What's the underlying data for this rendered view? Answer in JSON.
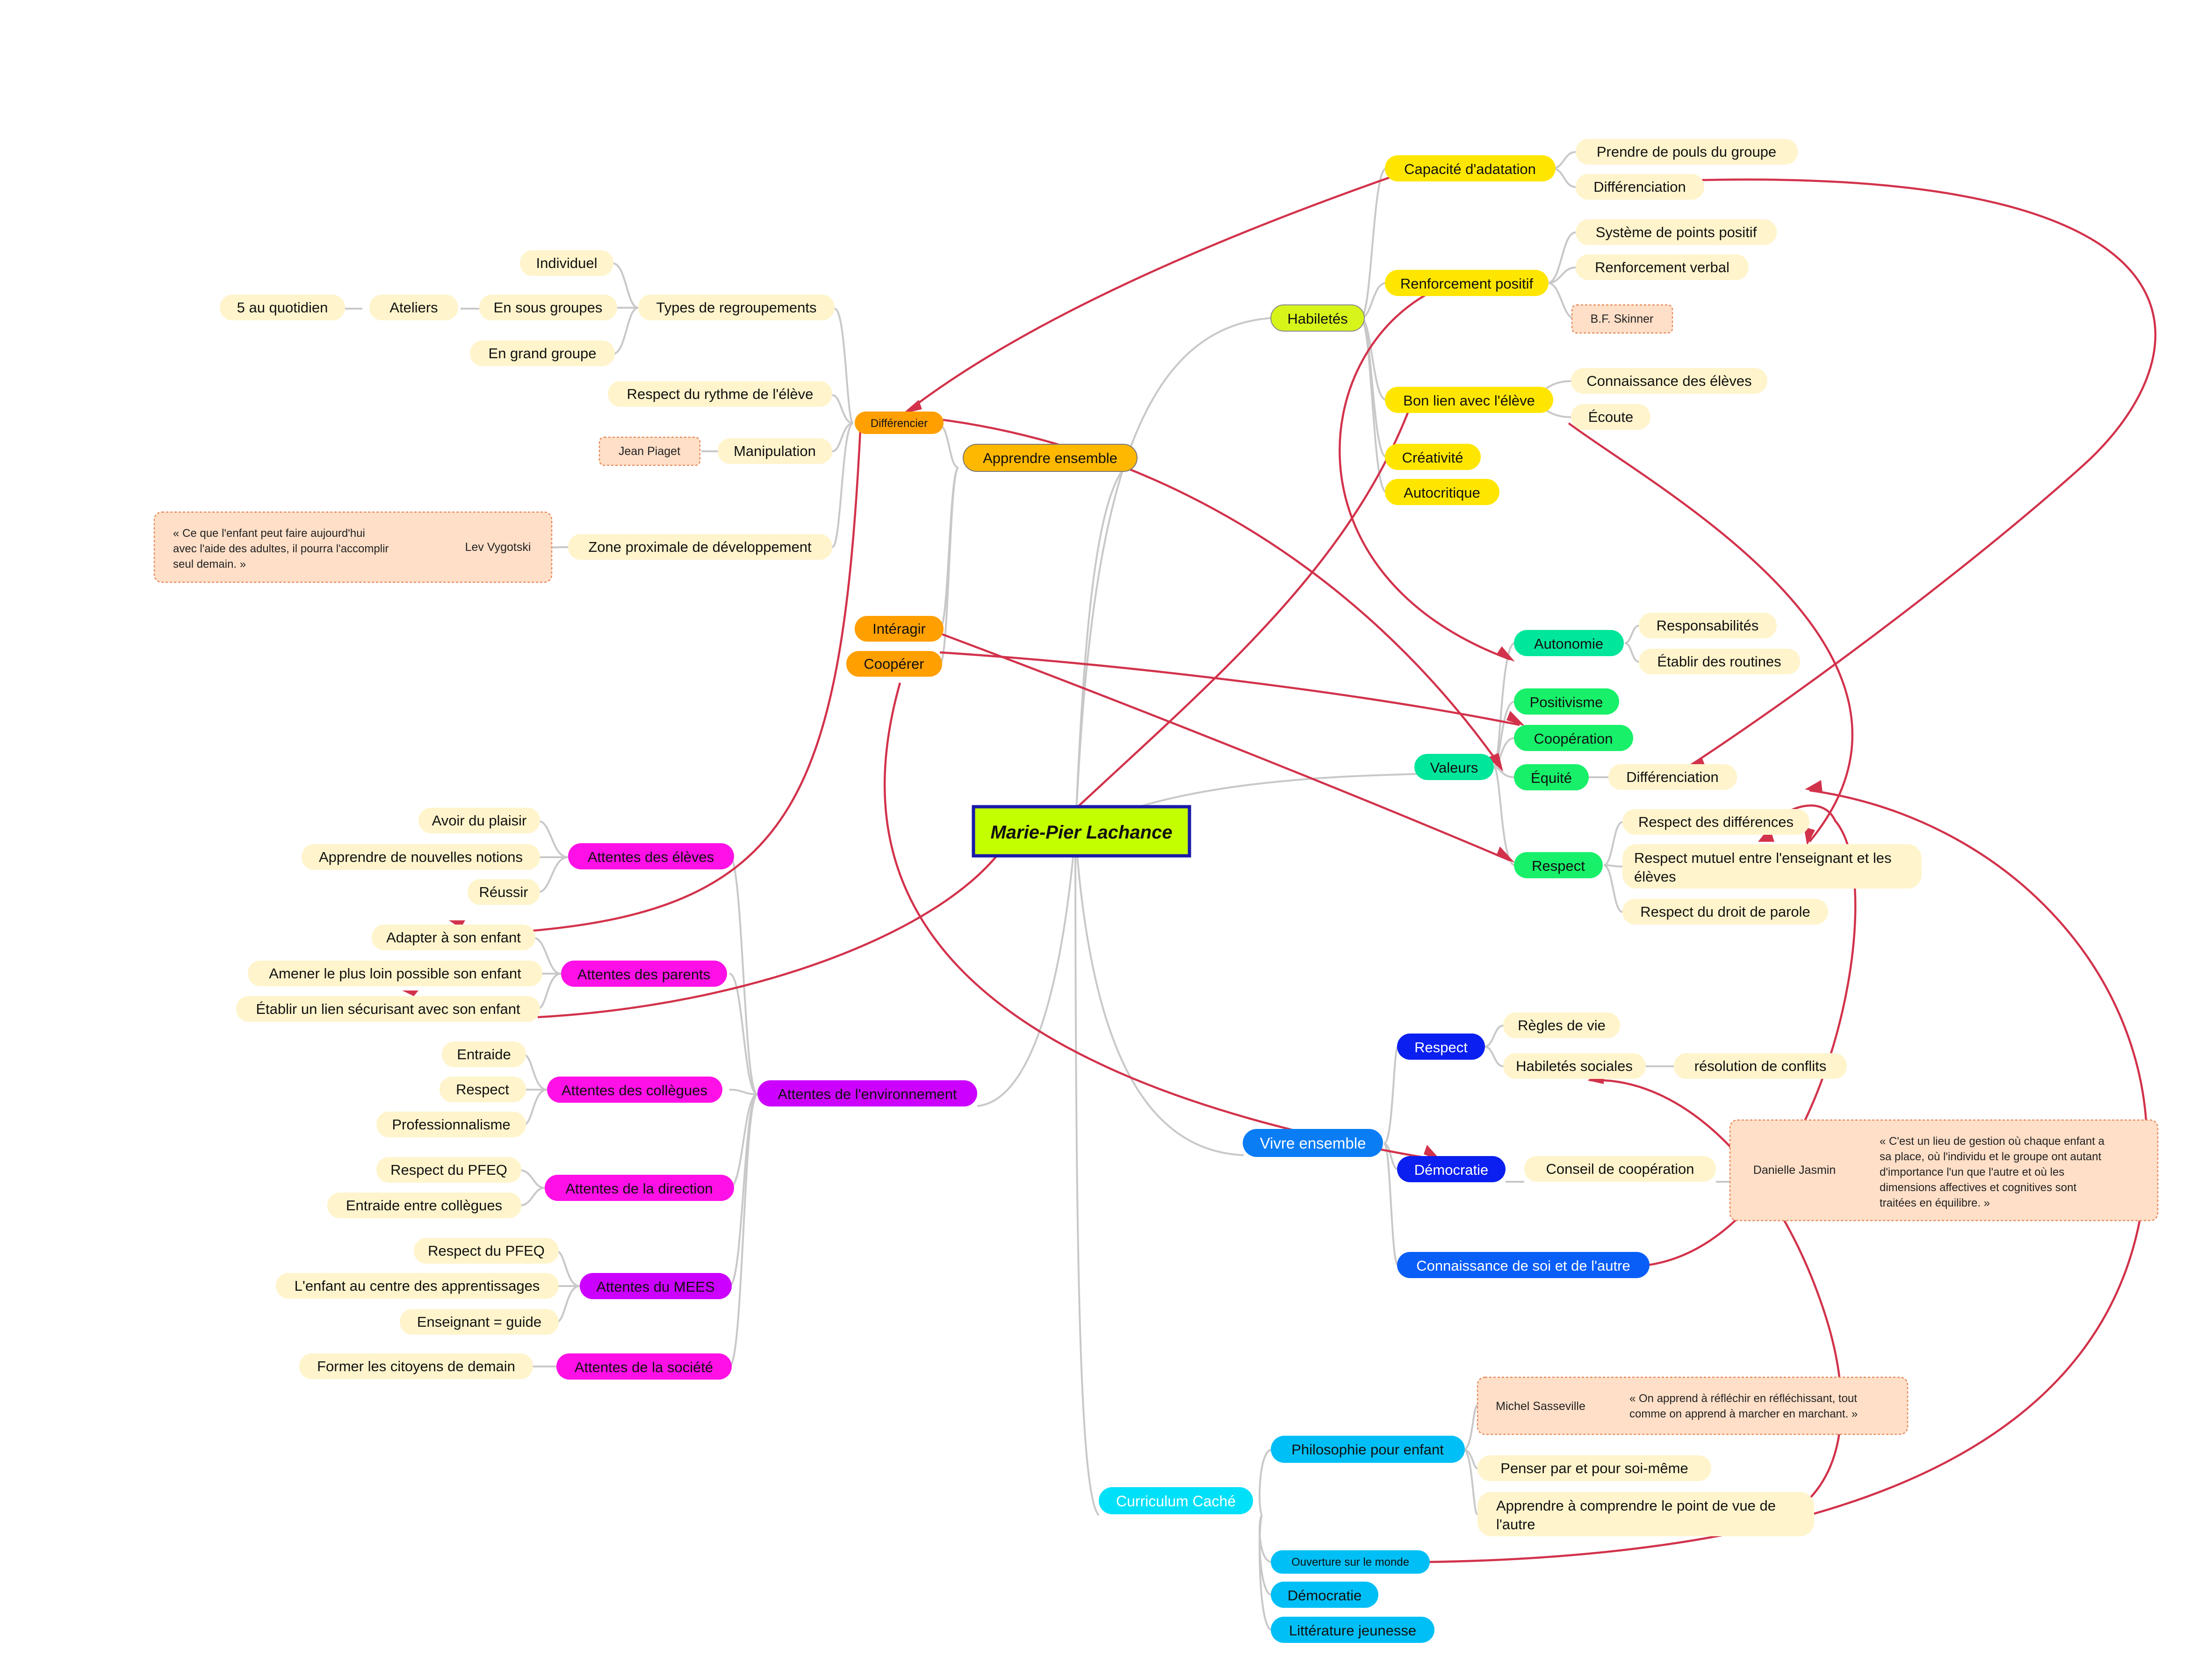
{
  "central": "Marie-Pier Lachance",
  "colors": {
    "central": "#c4ff00",
    "central_border": "#1a1aa8",
    "leaf": "#fff4cc",
    "note": "#ffdfc8",
    "note_border": "#e88a5a",
    "orange": "#ff9f00",
    "orange_light": "#ffb800",
    "magenta": "#ff10e6",
    "purple": "#cc00ff",
    "lime": "#d7f51b",
    "yellow": "#ffe600",
    "mint": "#00e69a",
    "green": "#18f06a",
    "blue_dark": "#0a1ff0",
    "blue": "#0a7df5",
    "blue_mid": "#0a5ef8",
    "cyan": "#00e0f8",
    "sky": "#00bff6",
    "relation": "#d2324b",
    "branch": "#c8c8c8"
  },
  "apprendre": {
    "label": "Apprendre ensemble",
    "differencier": "Différencier",
    "interagir": "Intéragir",
    "cooperer": "Coopérer",
    "types": "Types de regroupements",
    "individuel": "Individuel",
    "sous_groupes": "En sous groupes",
    "ateliers": "Ateliers",
    "cinq": "5 au quotidien",
    "grand_groupe": "En grand groupe",
    "rythme": "Respect du rythme de l'élève",
    "manipulation": "Manipulation",
    "piaget": "Jean Piaget",
    "zone": "Zone proximale de développement",
    "vygotski": "Lev Vygotski",
    "vygotski_quote": [
      "« Ce que l'enfant peut faire aujourd'hui",
      "avec l'aide des adultes, il pourra l'accomplir",
      "seul demain. »"
    ]
  },
  "habiletes": {
    "label": "Habiletés",
    "capacite": "Capacité d'adatation",
    "pouls": "Prendre de pouls du groupe",
    "differenciation": "Différenciation",
    "renforcement": "Renforcement positif",
    "points": "Système de points positif",
    "verbal": "Renforcement verbal",
    "skinner": "B.F. Skinner",
    "bon_lien": "Bon lien avec l'élève",
    "connaissance": "Connaissance des élèves",
    "ecoute": "Écoute",
    "creativite": "Créativité",
    "autocritique": "Autocritique"
  },
  "valeurs": {
    "label": "Valeurs",
    "autonomie": "Autonomie",
    "responsabilites": "Responsabilités",
    "routines": "Établir des routines",
    "positivisme": "Positivisme",
    "cooperation": "Coopération",
    "equite": "Équité",
    "differenciation": "Différenciation",
    "respect": "Respect",
    "differences": "Respect des différences",
    "mutuel": [
      "Respect mutuel entre l'enseignant et les",
      "élèves"
    ],
    "parole": "Respect du droit de parole"
  },
  "vivre": {
    "label": "Vivre ensemble",
    "respect": "Respect",
    "regles": "Règles de vie",
    "habiletes_sociales": "Habiletés sociales",
    "conflits": "résolution de conflits",
    "democratie": "Démocratie",
    "conseil": "Conseil de coopération",
    "jasmin": "Danielle Jasmin",
    "jasmin_quote": [
      "« C'est un lieu de gestion où chaque enfant a",
      "sa place, où l'individu et le groupe ont autant",
      "d'importance l'un que l'autre et où les",
      "dimensions affectives et cognitives sont",
      "traitées en équilibre. »"
    ],
    "connaissance_soi": "Connaissance de soi et de l'autre"
  },
  "curriculum": {
    "label": "Curriculum Caché",
    "philosophie": "Philosophie pour enfant",
    "sasseville": "Michel Sasseville",
    "sasseville_quote": [
      "« On apprend à réfléchir en réfléchissant, tout",
      "comme on apprend à marcher en marchant. »"
    ],
    "penser": "Penser par et pour soi-même",
    "point_vue": [
      "Apprendre à comprendre le point de vue de",
      "l'autre"
    ],
    "ouverture": "Ouverture sur le monde",
    "democratie": "Démocratie",
    "litterature": "Littérature jeunesse"
  },
  "attentes": {
    "label": "Attentes de l'environnement",
    "eleves": "Attentes des élèves",
    "plaisir": "Avoir du plaisir",
    "notions": "Apprendre de nouvelles notions",
    "reussir": "Réussir",
    "parents": "Attentes des parents",
    "adapter": "Adapter à son enfant",
    "amener": "Amener le plus loin possible son enfant",
    "lien": "Établir un lien sécurisant avec son enfant",
    "collegues": "Attentes des collègues",
    "entraide": "Entraide",
    "respect": "Respect",
    "professionnalisme": "Professionnalisme",
    "direction": "Attentes de la direction",
    "pfeq": "Respect du PFEQ",
    "entraide_collegues": "Entraide entre collègues",
    "mees": "Attentes du MEES",
    "pfeq2": "Respect du PFEQ",
    "centre": "L'enfant au centre des apprentissages",
    "guide": "Enseignant = guide",
    "societe": "Attentes de la société",
    "citoyens": "Former les citoyens de demain"
  }
}
